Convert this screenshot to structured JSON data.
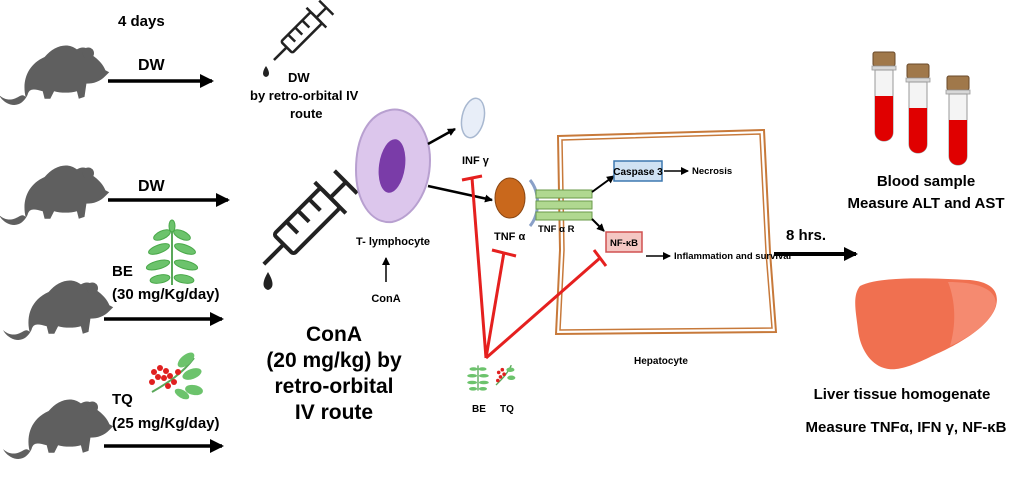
{
  "labels": {
    "four_days": "4 days",
    "dw_top": "DW",
    "dw_second": "DW",
    "be_group": "BE",
    "be_dose": "(30 mg/Kg/day)",
    "tq_group": "TQ",
    "tq_dose": "(25 mg/Kg/day)",
    "syringe_dw": "DW",
    "syringe_dw_route_1": "by retro-orbital  IV",
    "syringe_dw_route_2": "route",
    "cona_title": "ConA",
    "cona_line2": "(20 mg/kg) by",
    "cona_line3": "retro-orbital",
    "cona_line4": "IV route",
    "t_lymphocyte": "T- lymphocyte",
    "cona_small": "ConA",
    "inf_gamma": "INF γ",
    "tnf_alpha": "TNF α",
    "tnf_receptor": "TNF α R",
    "caspase": "Caspase 3",
    "necrosis": "Necrosis",
    "nfkb": "NF-κB",
    "inflammation": "Inflammation and survival",
    "hepatocyte": "Hepatocyte",
    "be_small": "BE",
    "tq_small": "TQ",
    "hours": "8 hrs.",
    "blood_sample": "Blood sample",
    "measure_alt": "Measure  ALT and AST",
    "liver_homogenate": "Liver tissue homogenate",
    "measure_tnf": "Measure  TNFα, IFN γ, NF-κB"
  },
  "icons": {
    "mouse": "mouse-icon",
    "syringe": "syringe-icon",
    "plant_be": "plant-icon",
    "plant_tq": "berry-plant-icon",
    "tube": "blood-tube-icon",
    "liver": "liver-icon"
  },
  "colors": {
    "mouse": "#5f5f5f",
    "inhibitor": "#e5201f",
    "cell_membrane": "#c8a0d8",
    "cell_nucleus": "#7a3ca8",
    "tnf": "#c9681c",
    "inf": "#e8eef8",
    "receptor": "#b0d890",
    "caspase": "#6fa8dc",
    "nfkb": "#f4c7c3",
    "hepatocyte_border": "#c7793a",
    "blood": "#e00000",
    "cork": "#a0784a",
    "liver": "#f07050",
    "plant": "#6cc36c",
    "berry": "#e02020"
  }
}
